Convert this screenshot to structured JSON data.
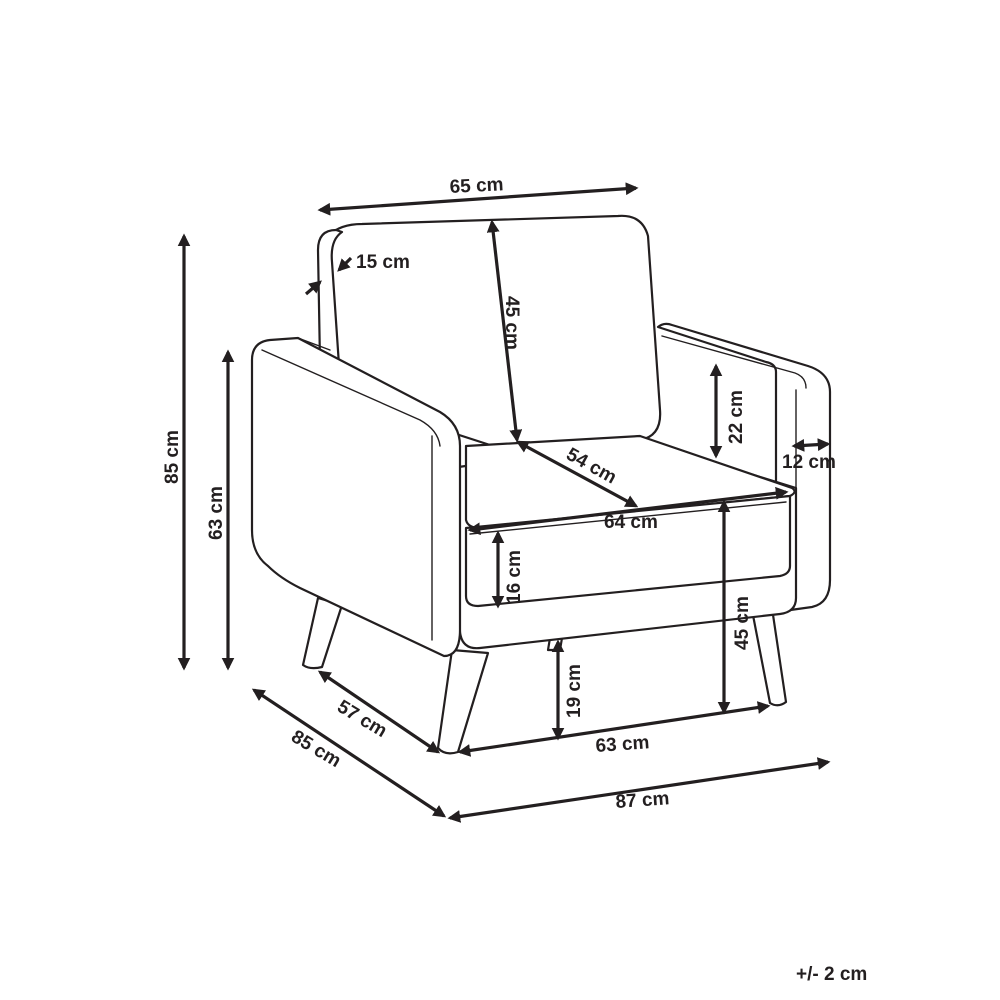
{
  "dimensions": {
    "back_width": "65 cm",
    "back_thickness": "15 cm",
    "back_height": "45 cm",
    "total_height": "85 cm",
    "arm_height": "63 cm",
    "arm_rise": "22 cm",
    "arm_width": "12 cm",
    "seat_depth": "54 cm",
    "seat_width": "64 cm",
    "cushion_height": "16 cm",
    "seat_height": "45 cm",
    "leg_height": "19 cm",
    "leg_depth_span": "57 cm",
    "total_depth": "85 cm",
    "leg_width_span": "63 cm",
    "total_width": "87 cm"
  },
  "tolerance": "+/- 2 cm"
}
